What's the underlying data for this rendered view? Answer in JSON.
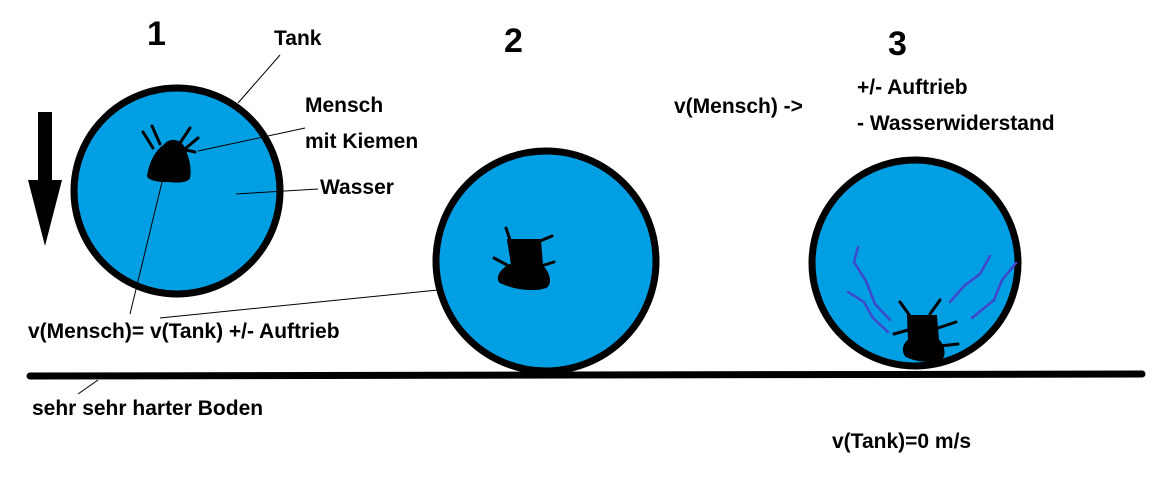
{
  "scenes": {
    "one": {
      "number": "1",
      "tank_label": "Tank",
      "person_label_line1": "Mensch",
      "person_label_line2": "mit Kiemen",
      "water_label": "Wasser",
      "velocity_formula": "v(Mensch)= v(Tank) +/- Auftrieb"
    },
    "two": {
      "number": "2"
    },
    "three": {
      "number": "3",
      "velocity_label": "v(Mensch) ->",
      "effect_1": "+/- Auftrieb",
      "effect_2": "- Wasserwiderstand",
      "tank_velocity": "v(Tank)=0 m/s"
    }
  },
  "ground": {
    "label": "sehr sehr harter Boden"
  },
  "colors": {
    "water": "#009fe3",
    "outline": "#000000",
    "motion_lines": "#3f48cc"
  },
  "icons": {
    "fall_direction": "down-arrow-icon"
  }
}
